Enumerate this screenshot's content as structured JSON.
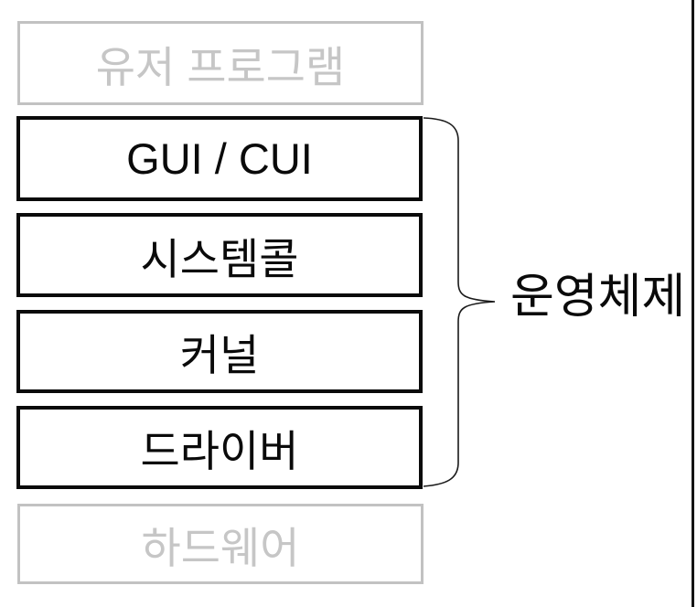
{
  "diagram": {
    "layers": [
      {
        "id": "user-program",
        "label": "유저 프로그램",
        "style": "muted"
      },
      {
        "id": "gui-cui",
        "label": "GUI / CUI",
        "style": "solid"
      },
      {
        "id": "system-call",
        "label": "시스템콜",
        "style": "solid"
      },
      {
        "id": "kernel",
        "label": "커널",
        "style": "solid"
      },
      {
        "id": "driver",
        "label": "드라이버",
        "style": "solid"
      },
      {
        "id": "hardware",
        "label": "하드웨어",
        "style": "muted"
      }
    ],
    "group": {
      "label": "운영체제",
      "members": [
        "gui-cui",
        "system-call",
        "kernel",
        "driver"
      ]
    },
    "colors": {
      "muted_border": "#c2c2c2",
      "muted_text": "#c6c6c6",
      "solid": "#0a0a0a",
      "background": "#ffffff"
    }
  }
}
